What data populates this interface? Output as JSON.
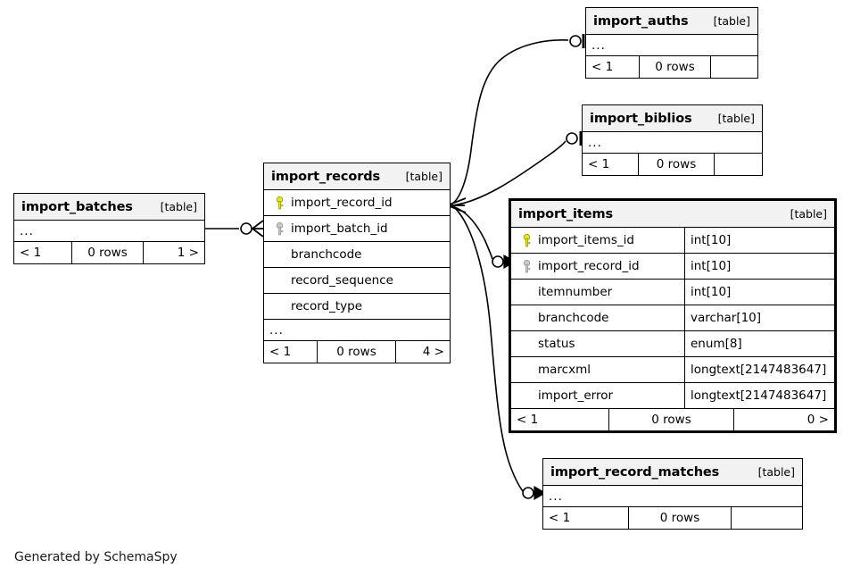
{
  "diagram": {
    "title": "SchemaSpy relationships diagram",
    "credit": "Generated by SchemaSpy",
    "colors": {
      "background": "#ffffff",
      "header_fill": "#f2f2f2",
      "border": "#000000",
      "primary_key": "#e8e80c",
      "foreign_key": "#bfbfbf"
    }
  },
  "labels": {
    "kind": "[table]",
    "ellipsis": "...",
    "rows_suffix": "rows"
  },
  "tables": [
    {
      "id": "import_batches",
      "name": "import_batches",
      "kind": "[table]",
      "focus": false,
      "columns": [],
      "has_ellipsis": true,
      "footer": {
        "parents": "< 1",
        "rows": "0 rows",
        "children": "1 >"
      }
    },
    {
      "id": "import_records",
      "name": "import_records",
      "kind": "[table]",
      "focus": false,
      "columns": [
        {
          "key": "primary",
          "name": "import_record_id",
          "type": ""
        },
        {
          "key": "foreign",
          "name": "import_batch_id",
          "type": ""
        },
        {
          "key": "none",
          "name": "branchcode",
          "type": ""
        },
        {
          "key": "none",
          "name": "record_sequence",
          "type": ""
        },
        {
          "key": "none",
          "name": "record_type",
          "type": ""
        }
      ],
      "has_ellipsis": true,
      "footer": {
        "parents": "< 1",
        "rows": "0 rows",
        "children": "4 >"
      }
    },
    {
      "id": "import_auths",
      "name": "import_auths",
      "kind": "[table]",
      "focus": false,
      "columns": [],
      "has_ellipsis": true,
      "footer": {
        "parents": "< 1",
        "rows": "0 rows",
        "children": ""
      }
    },
    {
      "id": "import_biblios",
      "name": "import_biblios",
      "kind": "[table]",
      "focus": false,
      "columns": [],
      "has_ellipsis": true,
      "footer": {
        "parents": "< 1",
        "rows": "0 rows",
        "children": ""
      }
    },
    {
      "id": "import_items",
      "name": "import_items",
      "kind": "[table]",
      "focus": true,
      "columns": [
        {
          "key": "primary",
          "name": "import_items_id",
          "type": "int[10]"
        },
        {
          "key": "foreign",
          "name": "import_record_id",
          "type": "int[10]"
        },
        {
          "key": "none",
          "name": "itemnumber",
          "type": "int[10]"
        },
        {
          "key": "none",
          "name": "branchcode",
          "type": "varchar[10]"
        },
        {
          "key": "none",
          "name": "status",
          "type": "enum[8]"
        },
        {
          "key": "none",
          "name": "marcxml",
          "type": "longtext[2147483647]"
        },
        {
          "key": "none",
          "name": "import_error",
          "type": "longtext[2147483647]"
        }
      ],
      "has_ellipsis": false,
      "footer": {
        "parents": "< 1",
        "rows": "0 rows",
        "children": "0 >"
      }
    },
    {
      "id": "import_record_matches",
      "name": "import_record_matches",
      "kind": "[table]",
      "focus": false,
      "columns": [],
      "has_ellipsis": true,
      "footer": {
        "parents": "< 1",
        "rows": "0 rows",
        "children": ""
      }
    }
  ],
  "relationships": [
    {
      "from": "import_batches",
      "to": "import_records",
      "from_cardinality": "one",
      "to_cardinality": "zero-or-many"
    },
    {
      "from": "import_records",
      "to": "import_auths",
      "from_cardinality": "zero-or-many",
      "to_cardinality": "zero-or-one"
    },
    {
      "from": "import_records",
      "to": "import_biblios",
      "from_cardinality": "zero-or-many",
      "to_cardinality": "zero-or-one"
    },
    {
      "from": "import_records",
      "to": "import_items",
      "from_cardinality": "zero-or-many",
      "to_cardinality": "zero-or-many"
    },
    {
      "from": "import_records",
      "to": "import_record_matches",
      "from_cardinality": "zero-or-many",
      "to_cardinality": "zero-or-many"
    }
  ]
}
